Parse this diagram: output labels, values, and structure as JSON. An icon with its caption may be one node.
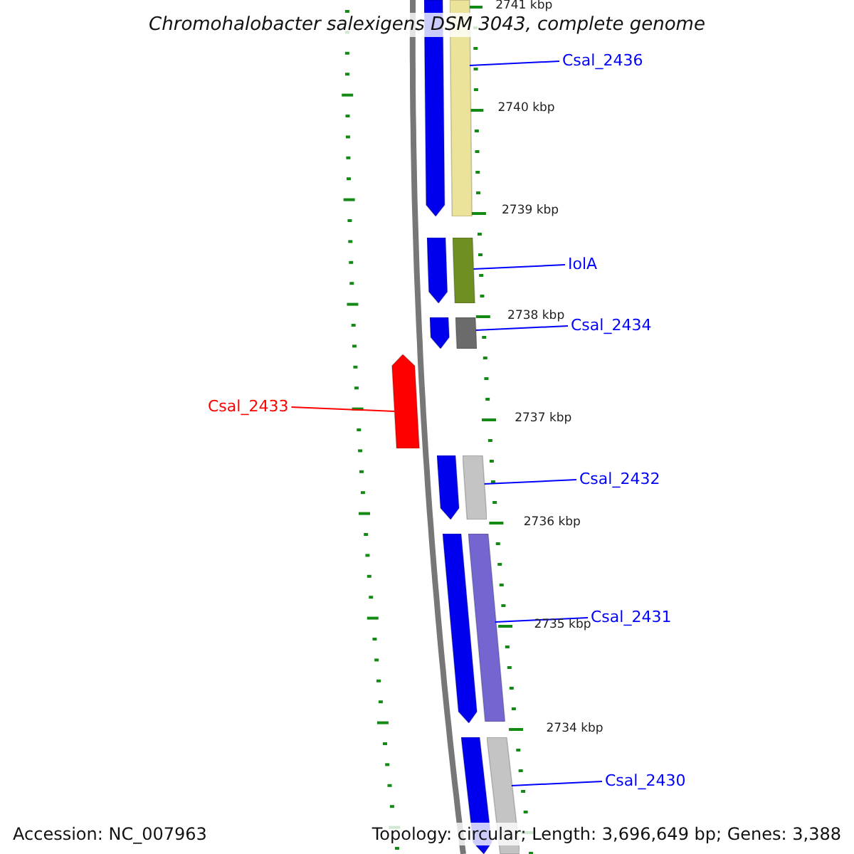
{
  "diagram": {
    "title": "Chromohalobacter salexigens DSM 3043, complete genome",
    "nodes": [
      {
        "text": [
          "Csal_2436"
        ]
      },
      {
        "text": [
          "IolA"
        ]
      },
      {
        "text": [
          "Csal_2434"
        ]
      },
      {
        "text": [
          "Csal_2433"
        ]
      },
      {
        "text": [
          "Csal_2432"
        ]
      },
      {
        "text": [
          "Csal_2431"
        ]
      },
      {
        "text": [
          "Csal_2430"
        ]
      },
      {
        "text": [],
        "shape": "bar"
      },
      {
        "text": [],
        "shape": "bar"
      },
      {
        "text": [],
        "shape": "bar"
      },
      {
        "text": [],
        "shape": "bar"
      },
      {
        "text": [],
        "shape": "bar"
      },
      {
        "text": [],
        "shape": "bar"
      },
      {
        "text": [],
        "shape": "bar"
      },
      {
        "text": [],
        "shape": "bar"
      },
      {
        "text": [],
        "shape": "bar"
      },
      {
        "text": [],
        "shape": "bar"
      },
      {
        "text": [],
        "shape": "bar"
      },
      {
        "text": [],
        "shape": "bar"
      },
      {
        "text": [],
        "shape": "bar"
      }
    ],
    "edges": [
      {
        "from": 0,
        "to": 7,
        "arrow": "none"
      },
      {
        "from": 1,
        "to": 8,
        "arrow": "none"
      },
      {
        "from": 2,
        "to": 9,
        "arrow": "none"
      },
      {
        "from": 3,
        "to": 10,
        "arrow": "none",
        "color": "#ff0000"
      },
      {
        "from": 4,
        "to": 11,
        "arrow": "none"
      },
      {
        "from": 5,
        "to": 12,
        "arrow": "none"
      },
      {
        "from": 6,
        "to": 13,
        "arrow": "none"
      }
    ],
    "labels": [
      "2741 kbp",
      "2740 kbp",
      "2739 kbp",
      "2738 kbp",
      "2737 kbp",
      "2736 kbp",
      "2735 kbp",
      "2734 kbp",
      "Accession: NC_007963",
      "Topology: circular; Length: 3,696,649 bp; Genes: 3,388"
    ]
  }
}
